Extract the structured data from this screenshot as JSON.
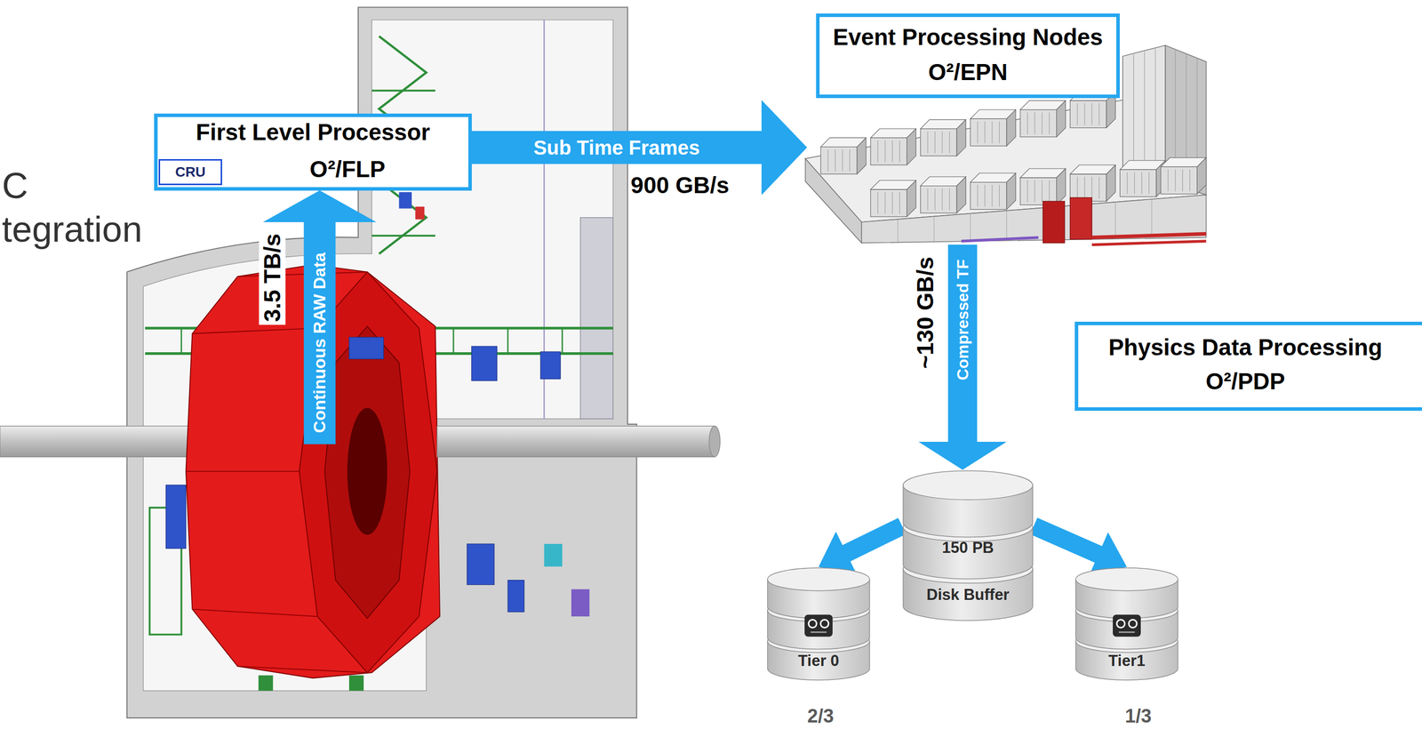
{
  "diagram": {
    "nodes": [
      {
        "text": [
          "First Level Processor",
          "O²/FLP"
        ]
      },
      {
        "text": [
          "CRU"
        ],
        "in": 0
      },
      {
        "text": [
          "Event Processing Nodes",
          "O²/EPN"
        ]
      },
      {
        "text": [
          "Physics Data Processing",
          "O²/PDP"
        ]
      },
      {
        "text": [
          "150 PB",
          "Disk Buffer"
        ]
      },
      {
        "text": [
          "Tier 0"
        ]
      },
      {
        "text": [
          "Tier1"
        ]
      }
    ],
    "edges": [
      {
        "from": 0,
        "to": 2,
        "label": "Sub Time Frames",
        "arrow": "to"
      },
      {
        "from": 2,
        "to": 4,
        "label": "Compressed TF",
        "arrow": "to"
      },
      {
        "from": 4,
        "to": 5,
        "arrow": "to"
      },
      {
        "from": 4,
        "to": 6,
        "arrow": "to"
      }
    ],
    "labels": [
      "C",
      "tegration",
      "3.5 TB/s",
      "Continuous RAW Data",
      "900 GB/s",
      "~130 GB/s",
      "2/3",
      "1/3"
    ]
  }
}
